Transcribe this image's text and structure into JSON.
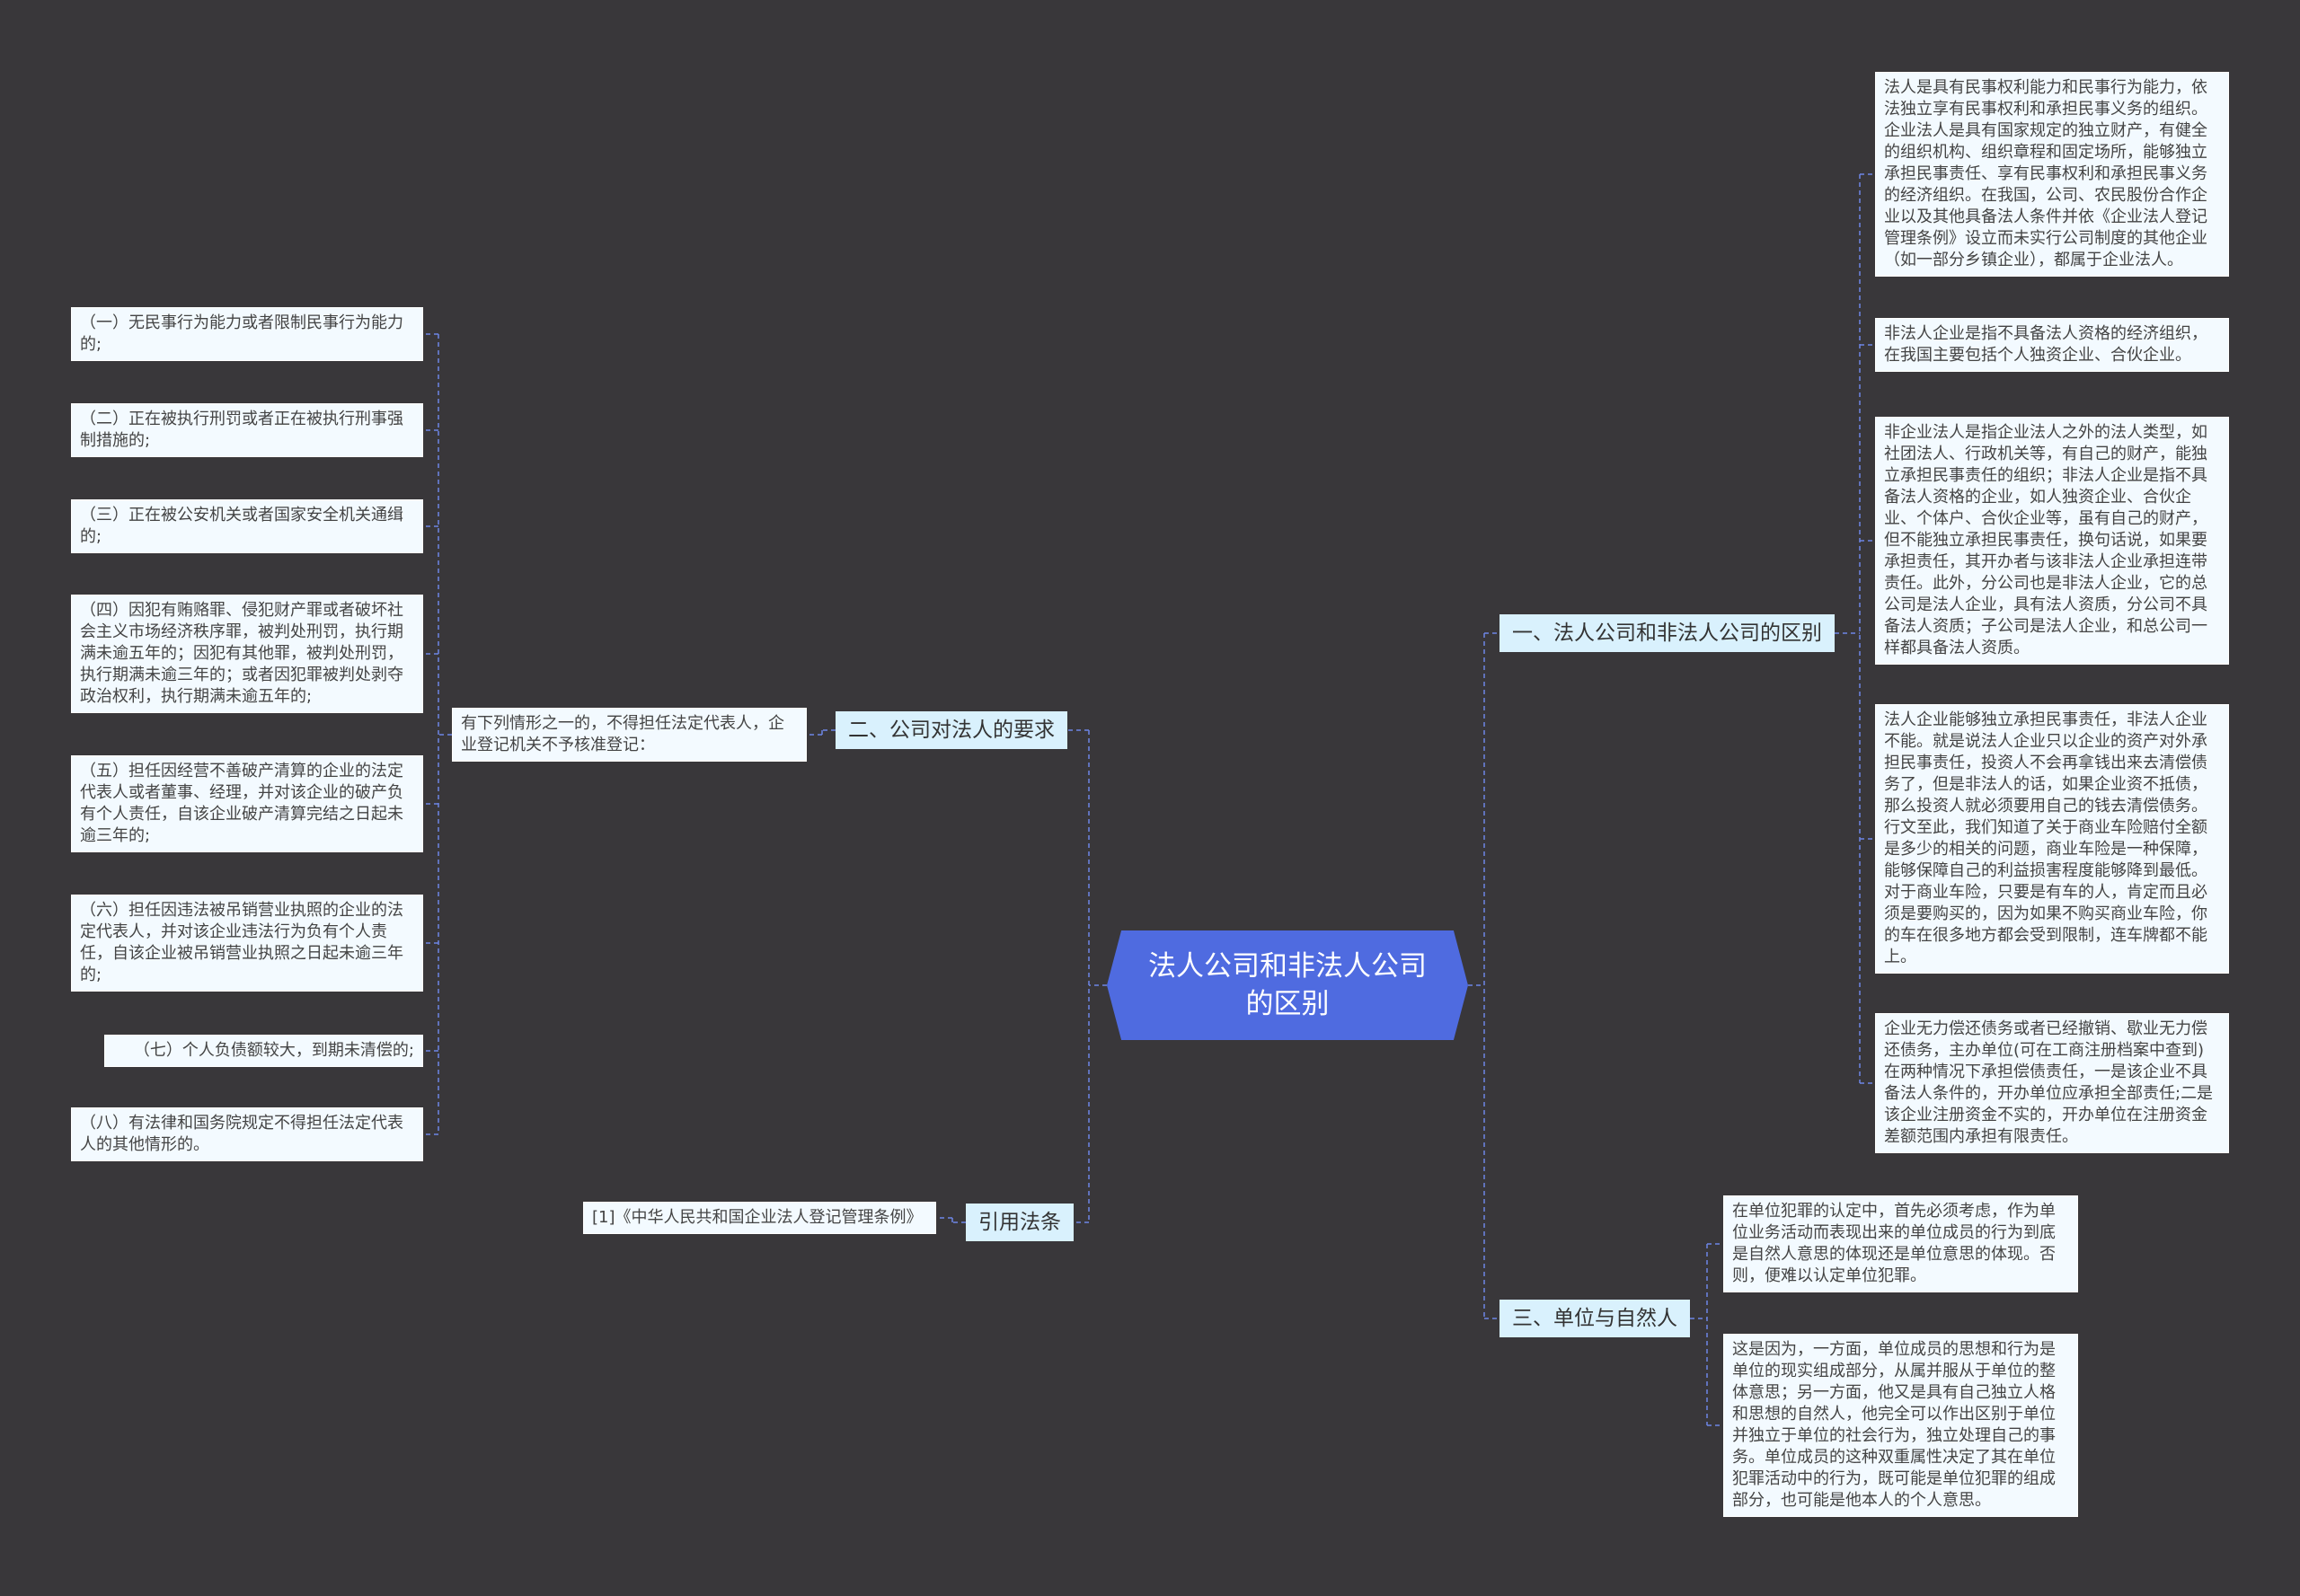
{
  "root": "法人公司和非法人公司的区别",
  "branches": {
    "b1": {
      "label": "一、法人公司和非法人公司的区别",
      "leaves": [
        "法人是具有民事权利能力和民事行为能力，依法独立享有民事权利和承担民事义务的组织。企业法人是具有国家规定的独立财产，有健全的组织机构、组织章程和固定场所，能够独立承担民事责任、享有民事权利和承担民事义务的经济组织。在我国，公司、农民股份合作企业以及其他具备法人条件并依《企业法人登记管理条例》设立而未实行公司制度的其他企业（如一部分乡镇企业），都属于企业法人。",
        "非法人企业是指不具备法人资格的经济组织，在我国主要包括个人独资企业、合伙企业。",
        "非企业法人是指企业法人之外的法人类型，如社团法人、行政机关等，有自己的财产，能独立承担民事责任的组织；非法人企业是指不具备法人资格的企业，如人独资企业、合伙企业、个体户、合伙企业等，虽有自己的财产，但不能独立承担民事责任，换句话说，如果要承担责任，其开办者与该非法人企业承担连带责任。此外，分公司也是非法人企业，它的总公司是法人企业，具有法人资质，分公司不具备法人资质；子公司是法人企业，和总公司一样都具备法人资质。",
        "法人企业能够独立承担民事责任，非法人企业不能。就是说法人企业只以企业的资产对外承担民事责任，投资人不会再拿钱出来去清偿债务了，但是非法人的话，如果企业资不抵债，那么投资人就必须要用自己的钱去清偿债务。行文至此，我们知道了关于商业车险赔付全额是多少的相关的问题，商业车险是一种保障，能够保障自己的利益损害程度能够降到最低。对于商业车险，只要是有车的人，肯定而且必须是要购买的，因为如果不购买商业车险，你的车在很多地方都会受到限制，连车牌都不能上。",
        "企业无力偿还债务或者已经撤销、歇业无力偿还债务，主办单位(可在工商注册档案中查到)在两种情况下承担偿债责任，一是该企业不具备法人条件的，开办单位应承担全部责任;二是该企业注册资金不实的，开办单位在注册资金差额范围内承担有限责任。"
      ]
    },
    "b2": {
      "label": "二、公司对法人的要求",
      "intro": "有下列情形之一的，不得担任法定代表人，企业登记机关不予核准登记：",
      "leaves": [
        "（一）无民事行为能力或者限制民事行为能力的;",
        "（二）正在被执行刑罚或者正在被执行刑事强制措施的;",
        "（三）正在被公安机关或者国家安全机关通缉的;",
        "（四）因犯有贿赂罪、侵犯财产罪或者破坏社会主义市场经济秩序罪，被判处刑罚，执行期满未逾五年的；因犯有其他罪，被判处刑罚，执行期满未逾三年的；或者因犯罪被判处剥夺政治权利，执行期满未逾五年的;",
        "（五）担任因经营不善破产清算的企业的法定代表人或者董事、经理，并对该企业的破产负有个人责任，自该企业破产清算完结之日起未逾三年的;",
        "（六）担任因违法被吊销营业执照的企业的法定代表人，并对该企业违法行为负有个人责任，自该企业被吊销营业执照之日起未逾三年的;",
        "（七）个人负债额较大，到期未清偿的;",
        "（八）有法律和国务院规定不得担任法定代表人的其他情形的。"
      ]
    },
    "b3": {
      "label": "三、单位与自然人",
      "leaves": [
        "在单位犯罪的认定中，首先必须考虑，作为单位业务活动而表现出来的单位成员的行为到底是自然人意思的体现还是单位意思的体现。否则，便难以认定单位犯罪。",
        "这是因为，一方面，单位成员的思想和行为是单位的现实组成部分，从属并服从于单位的整体意思；另一方面，他又是具有自己独立人格和思想的自然人，他完全可以作出区别于单位并独立于单位的社会行为，独立处理自己的事务。单位成员的这种双重属性决定了其在单位犯罪活动中的行为，既可能是单位犯罪的组成部分，也可能是他本人的个人意思。"
      ]
    },
    "b4": {
      "label": "引用法条",
      "leaves": [
        "[1]《中华人民共和国企业法人登记管理条例》"
      ]
    }
  },
  "colors": {
    "background": "#39373a",
    "root": "#4f6be0",
    "branch": "#d9f1fd",
    "leaf": "#f3faff",
    "connector": "#6e86e6"
  }
}
